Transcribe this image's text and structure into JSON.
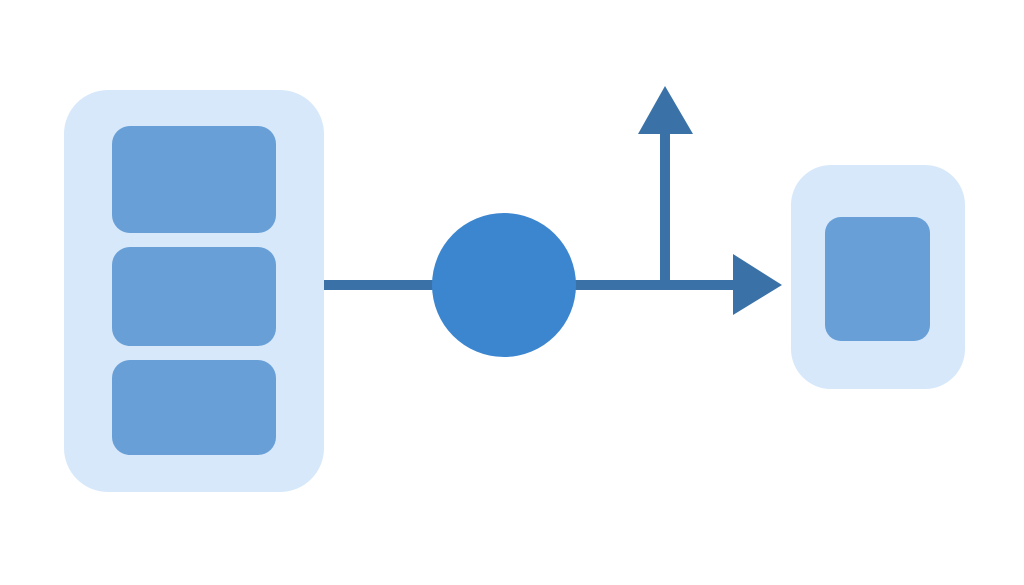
{
  "diagram": {
    "colors": {
      "container_fill": "#d6e8fa",
      "block_fill": "#679fd6",
      "hub_fill": "#3c86d0",
      "connector": "#3a72a8",
      "background": "#ffffff"
    },
    "nodes": [
      {
        "id": "source-container",
        "shape": "rounded-rect",
        "children": 3
      },
      {
        "id": "hub",
        "shape": "circle"
      },
      {
        "id": "target-container",
        "shape": "rounded-rect",
        "children": 1
      }
    ],
    "edges": [
      {
        "from": "source-container",
        "to": "hub",
        "arrowhead": false
      },
      {
        "from": "hub",
        "to": "target-container",
        "arrowhead": true
      },
      {
        "from": "hub",
        "to": "up",
        "arrowhead": true
      }
    ]
  }
}
